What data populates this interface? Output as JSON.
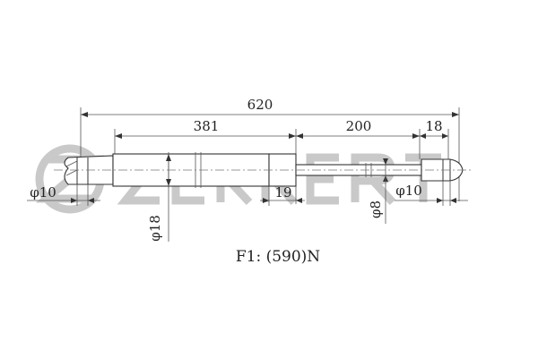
{
  "watermark": {
    "text": "ZEKKERT",
    "color": "#c9c9c9"
  },
  "dimensions": {
    "overall_length": "620",
    "cylinder_length": "381",
    "rod_length": "200",
    "right_end_length": "18",
    "seal_length": "19",
    "left_eye_diameter": "φ10",
    "right_eye_diameter": "φ10",
    "rod_diameter": "φ8",
    "body_diameter": "φ18"
  },
  "force_label": "F1: (590)N",
  "colors": {
    "line": "#333333",
    "text": "#222222"
  }
}
